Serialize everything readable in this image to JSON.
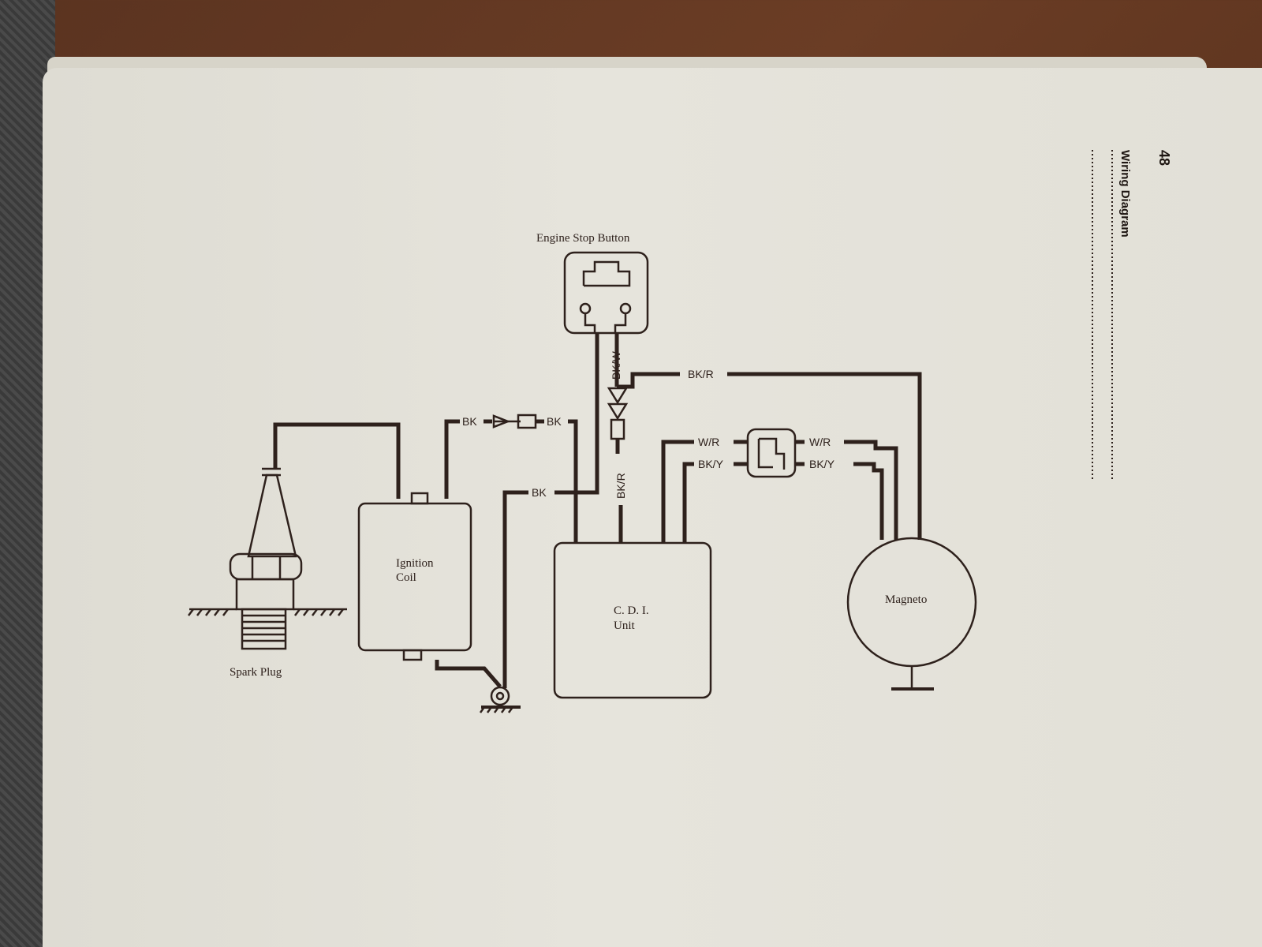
{
  "page": {
    "number": "48",
    "section_title": "Wiring Diagram"
  },
  "components": {
    "engine_stop_button": "Engine Stop Button",
    "ignition_coil_line1": "Ignition",
    "ignition_coil_line2": "Coil",
    "cdi_line1": "C. D. I.",
    "cdi_line2": "Unit",
    "magneto": "Magneto",
    "spark_plug": "Spark Plug"
  },
  "wire_labels": {
    "bk_w": "BK/W",
    "bk_r_top": "BK/R",
    "bk_r_vertical": "BK/R",
    "bk_left": "BK",
    "bk_right": "BK",
    "bk_ground": "BK",
    "w_r_left": "W/R",
    "w_r_right": "W/R",
    "bk_y_left": "BK/Y",
    "bk_y_right": "BK/Y"
  },
  "colors": {
    "ink": "#2e211c",
    "paper": "#e4e2da",
    "wood": "#5a3320"
  }
}
